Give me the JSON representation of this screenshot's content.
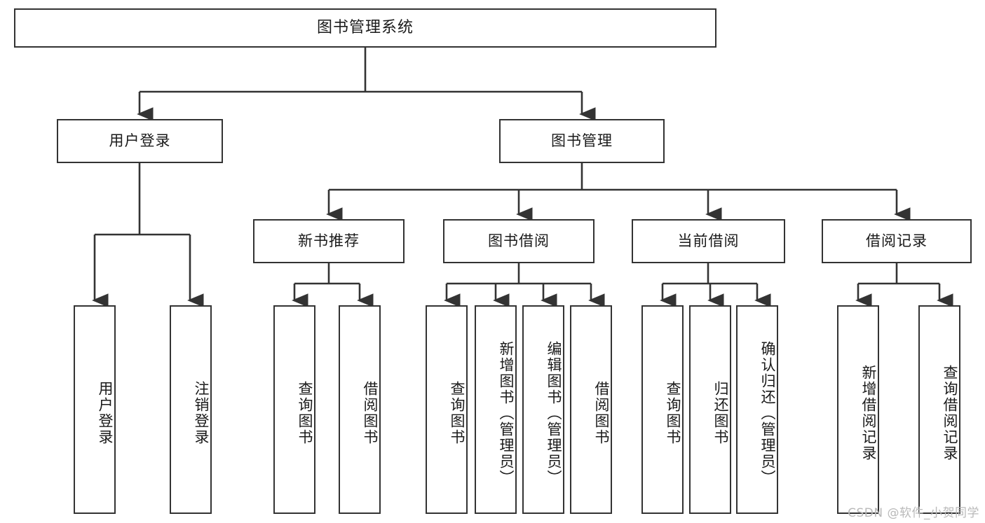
{
  "diagram": {
    "type": "tree",
    "title": "图书管理系统",
    "root": {
      "label": "图书管理系统"
    },
    "level1": [
      {
        "label": "用户登录"
      },
      {
        "label": "图书管理"
      }
    ],
    "level2": [
      {
        "label": "新书推荐"
      },
      {
        "label": "图书借阅"
      },
      {
        "label": "当前借阅"
      },
      {
        "label": "借阅记录"
      }
    ],
    "leaves": {
      "user_login": [
        {
          "label": "用户登录"
        },
        {
          "label": "注销登录"
        }
      ],
      "new_book_recommend": [
        {
          "label": "查询图书"
        },
        {
          "label": "借阅图书"
        }
      ],
      "book_borrow": [
        {
          "label": "查询图书"
        },
        {
          "label": "新增图书（管理员）"
        },
        {
          "label": "编辑图书（管理员）"
        },
        {
          "label": "借阅图书"
        }
      ],
      "current_borrow": [
        {
          "label": "查询图书"
        },
        {
          "label": "归还图书"
        },
        {
          "label": "确认归还（管理员）"
        }
      ],
      "borrow_record": [
        {
          "label": "新增借阅记录"
        },
        {
          "label": "查询借阅记录"
        }
      ]
    }
  },
  "watermark": {
    "text": "CSDN @软件_小贺同学"
  },
  "colors": {
    "border": "#333333",
    "background": "#ffffff",
    "text": "#1a1a1a",
    "watermark": "#b9b9b9"
  }
}
